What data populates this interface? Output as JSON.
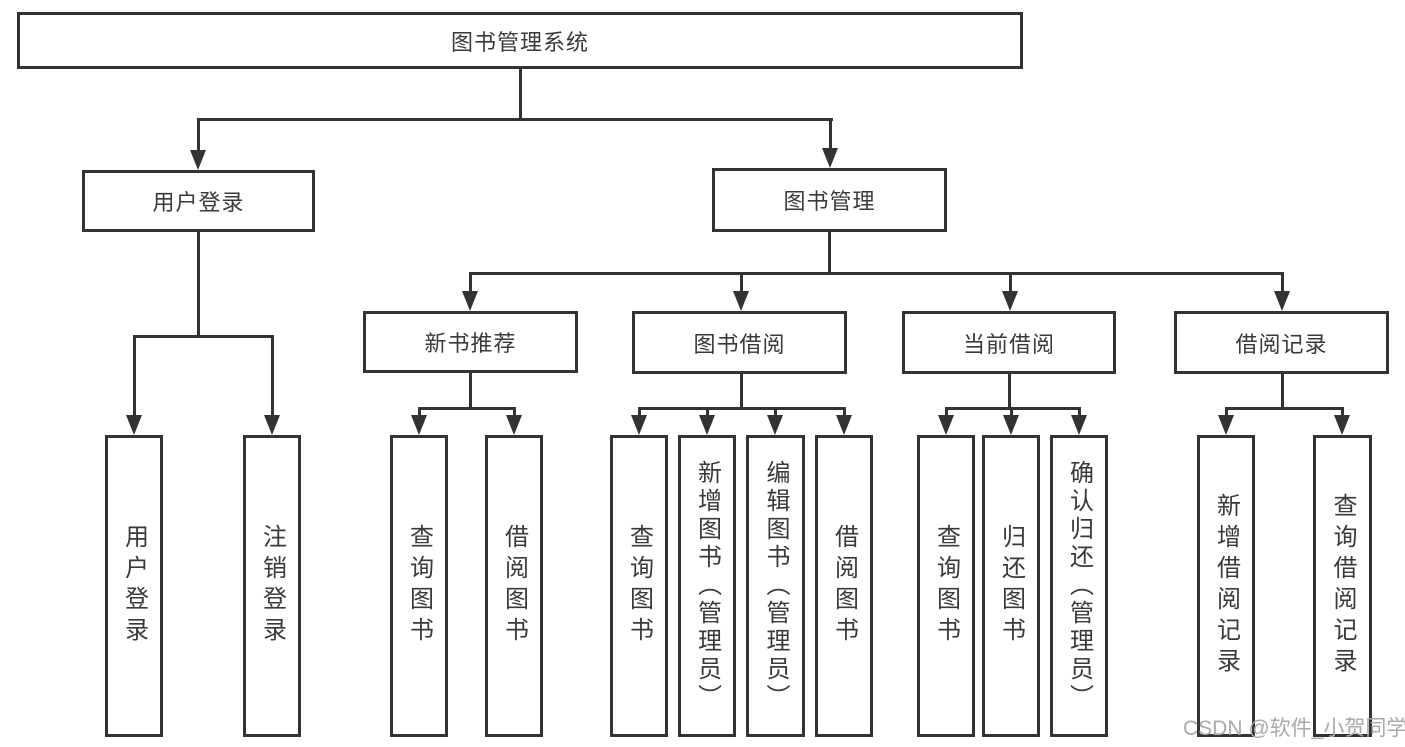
{
  "diagram_title": "图书管理系统",
  "tree": {
    "label": "图书管理系统",
    "children": [
      {
        "label": "用户登录",
        "children": [
          {
            "label": "用户登录"
          },
          {
            "label": "注销登录"
          }
        ]
      },
      {
        "label": "图书管理",
        "children": [
          {
            "label": "新书推荐",
            "children": [
              {
                "label": "查询图书"
              },
              {
                "label": "借阅图书"
              }
            ]
          },
          {
            "label": "图书借阅",
            "children": [
              {
                "label": "查询图书"
              },
              {
                "label": "新增图书（管理员）"
              },
              {
                "label": "编辑图书（管理员）"
              },
              {
                "label": "借阅图书"
              }
            ]
          },
          {
            "label": "当前借阅",
            "children": [
              {
                "label": "查询图书"
              },
              {
                "label": "归还图书"
              },
              {
                "label": "确认归还（管理员）"
              }
            ]
          },
          {
            "label": "借阅记录",
            "children": [
              {
                "label": "新增借阅记录"
              },
              {
                "label": "查询借阅记录"
              }
            ]
          }
        ]
      }
    ]
  },
  "watermark": {
    "text": "CSDN @软件_小贺同学",
    "color": "#a9a9a9"
  },
  "colors": {
    "line": "#333333",
    "text": "#3a3a3a",
    "background": "#ffffff"
  }
}
